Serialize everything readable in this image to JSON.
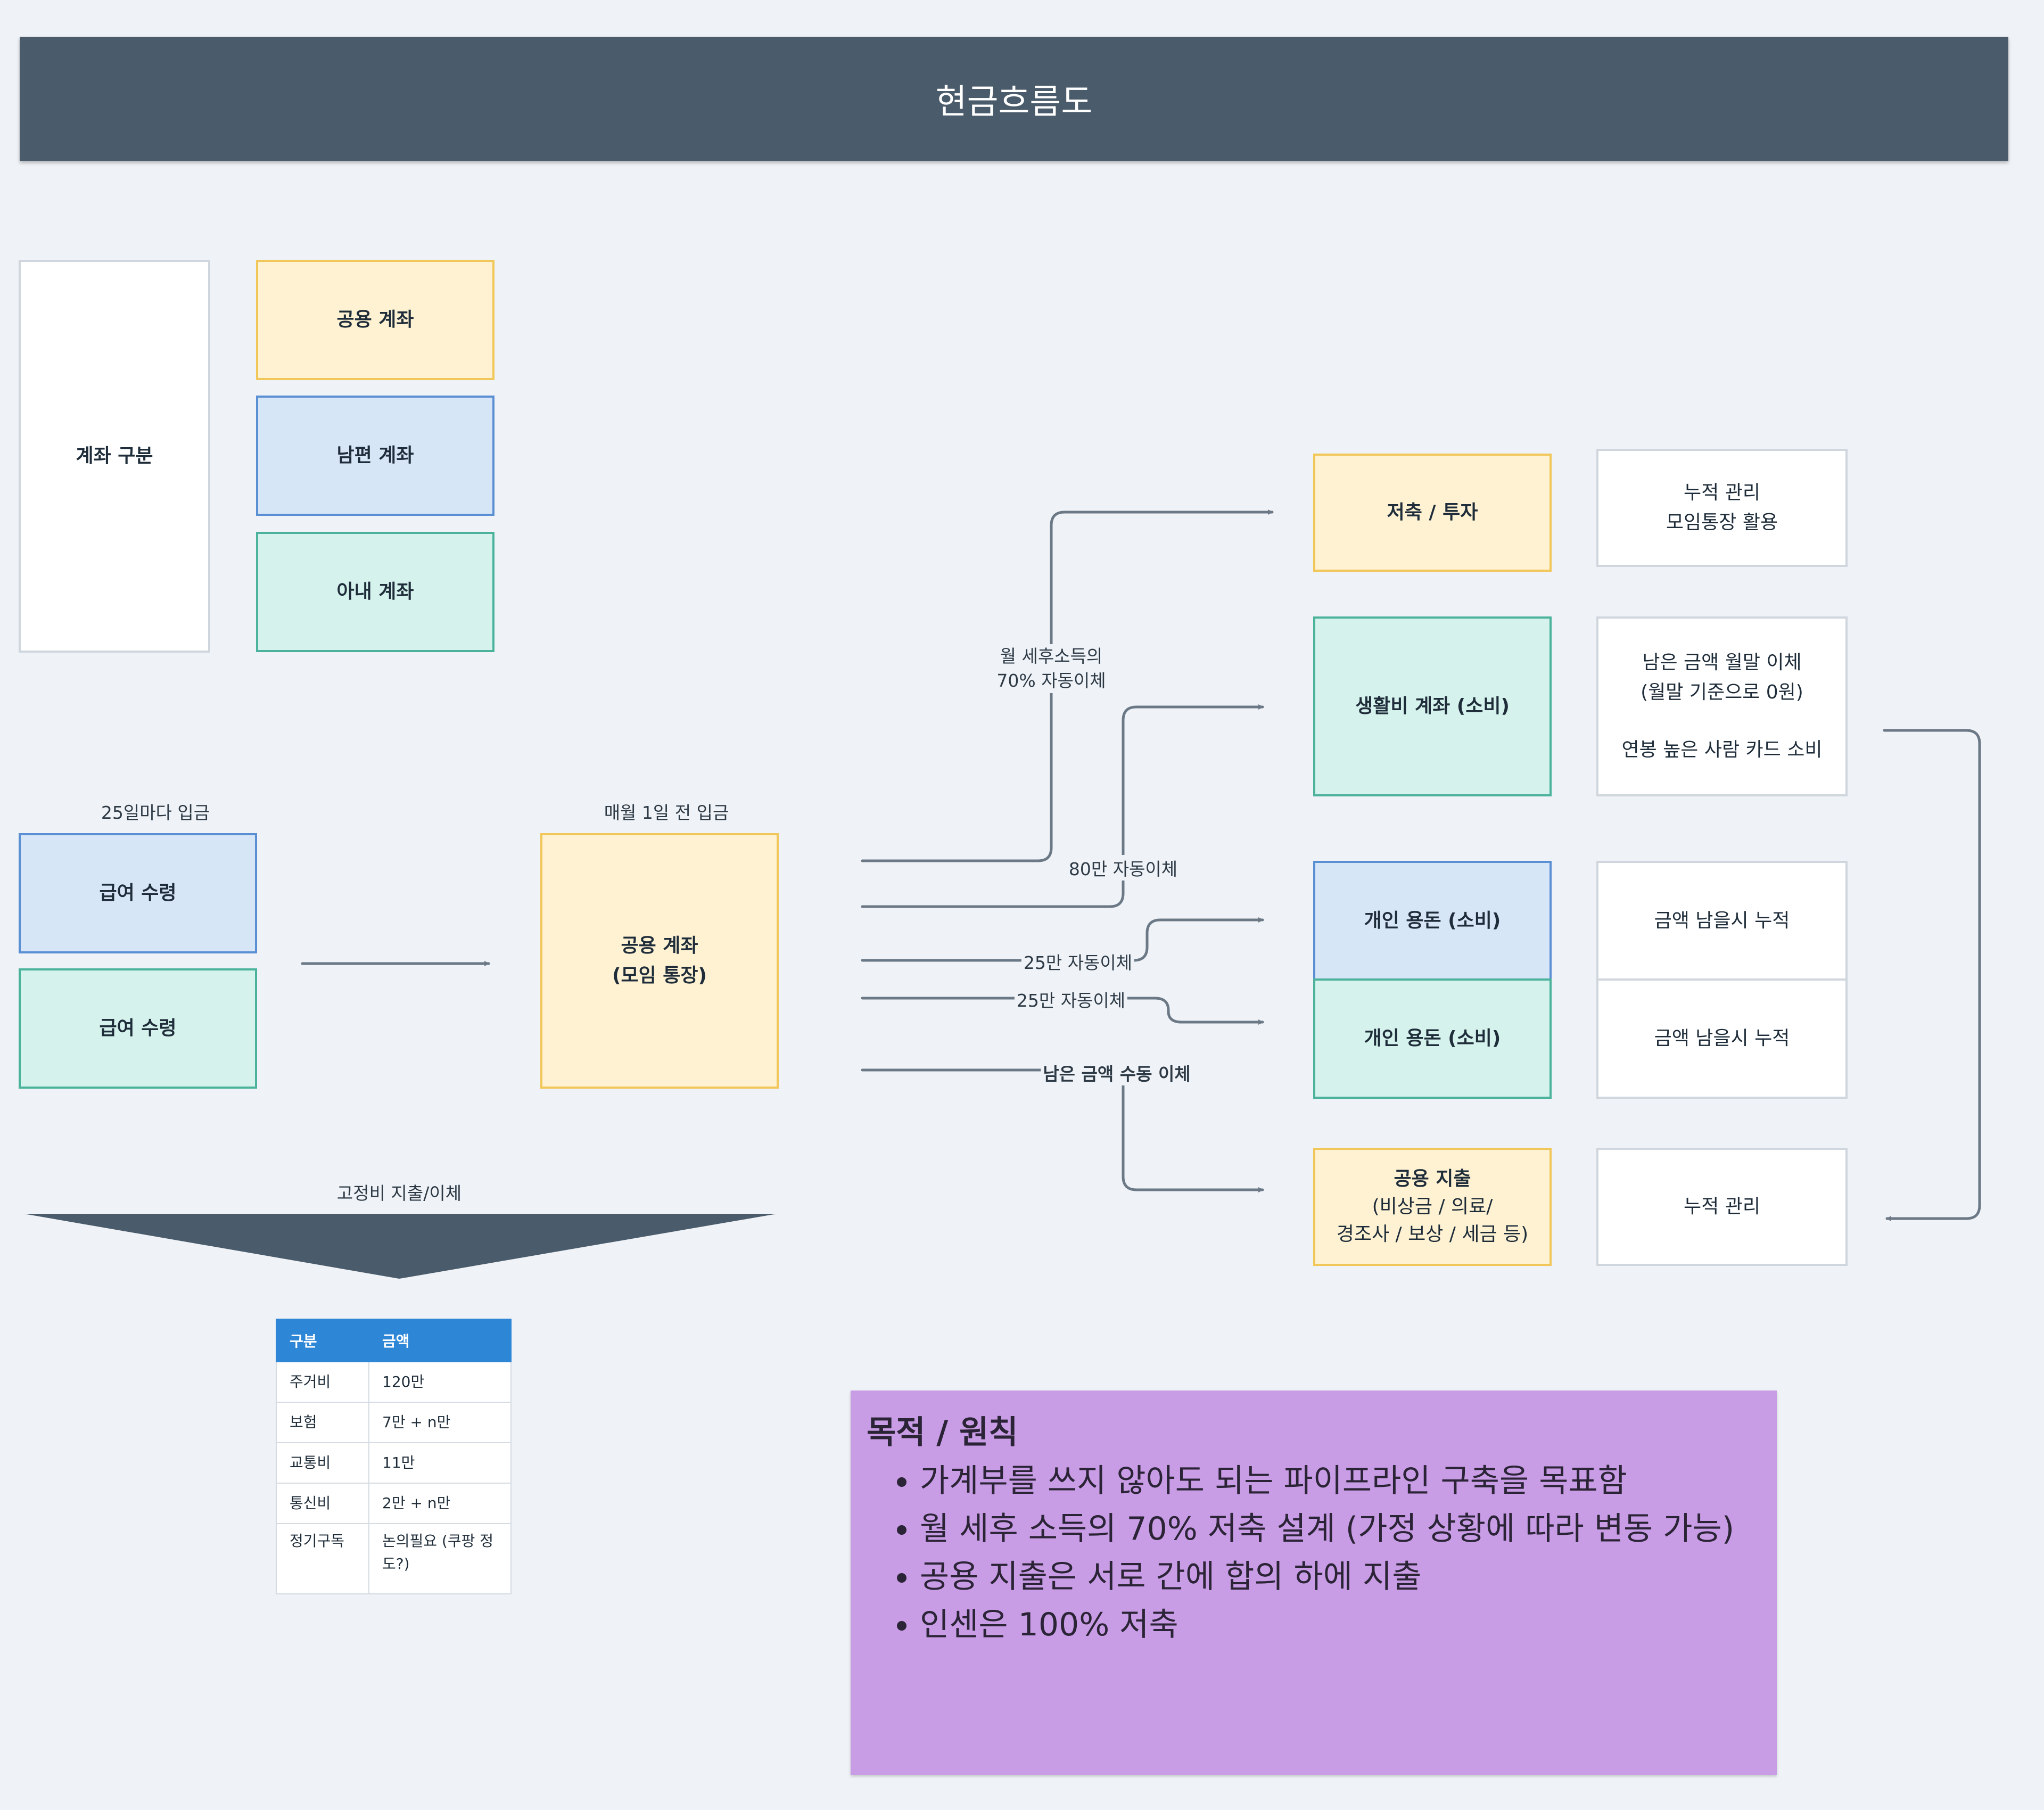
{
  "title": "현금흐름도",
  "legend": {
    "label": "계좌 구분",
    "items": [
      "공용 계좌",
      "남편 계좌",
      "아내 계좌"
    ]
  },
  "salary": {
    "caption": "25일마다 입금",
    "box_husband": "급여 수령",
    "box_wife": "급여 수령"
  },
  "joint": {
    "caption": "매월 1일 전 입금",
    "line1": "공용 계좌",
    "line2": "(모임 통장)"
  },
  "flow_labels": {
    "savings_1": "월 세후소득의",
    "savings_2": "70% 자동이체",
    "living": "80만 자동이체",
    "pocket_husband": "25만 자동이체",
    "pocket_wife": "25만 자동이체",
    "common": "남은 금액 수동 이체"
  },
  "targets": {
    "savings": "저축 / 투자",
    "living": "생활비 계좌 (소비)",
    "pocket_husband": "개인 용돈 (소비)",
    "pocket_wife": "개인 용돈 (소비)",
    "common_1": "공용 지출",
    "common_2": "(비상금 / 의료/",
    "common_3": "경조사 / 보상 / 세금 등)"
  },
  "notes": {
    "savings_1": "누적 관리",
    "savings_2": "모임통장 활용",
    "living_1": "남은 금액 월말 이체",
    "living_2": "(월말 기준으로 0원)",
    "living_3": "연봉 높은 사람 카드 소비",
    "pocket_husband": "금액 남을시 누적",
    "pocket_wife": "금액 남을시 누적",
    "common": "누적 관리"
  },
  "fixed_costs": {
    "caption": "고정비 지출/이체",
    "headers": [
      "구분",
      "금액"
    ],
    "rows": [
      [
        "주거비",
        "120만"
      ],
      [
        "보험",
        "7만 + n만"
      ],
      [
        "교통비",
        "11만"
      ],
      [
        "통신비",
        "2만 + n만"
      ],
      [
        "정기구독",
        "논의필요 (쿠팡 정도?)"
      ]
    ]
  },
  "purpose": {
    "title": "목적 / 원칙",
    "items": [
      "가계부를 쓰지 않아도 되는 파이프라인 구축을 목표함",
      "월 세후 소득의 70% 저축 설계 (가정 상황에 따라 변동 가능)",
      "공용 지출은 서로 간에 합의 하에 지출",
      "인센은 100% 저축"
    ]
  },
  "colors": {
    "header": "#4a5b6b",
    "joint_fill": "#fef2d3",
    "joint_border": "#f2c75a",
    "husband_fill": "#d7e6f7",
    "husband_border": "#5b8fd3",
    "wife_fill": "#d5f2ec",
    "wife_border": "#4bb39b",
    "connector": "#6b7886",
    "table_header": "#2e86d6",
    "purpose_fill": "#c99de6"
  }
}
